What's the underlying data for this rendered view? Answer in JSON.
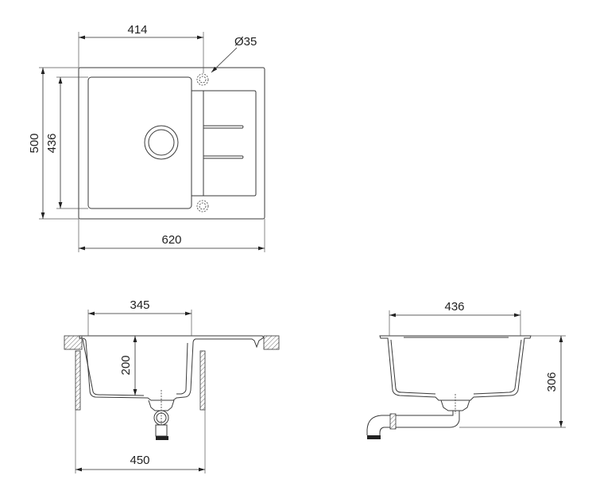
{
  "top_view": {
    "dim_bowl_to_tap": "414",
    "dim_tap_hole_diameter": "Ø35",
    "dim_total_depth": "500",
    "dim_bowl_depth": "436",
    "dim_total_width": "620"
  },
  "front_view": {
    "dim_bowl_width": "345",
    "dim_bowl_height": "200",
    "dim_cabinet_width": "450"
  },
  "side_view": {
    "dim_bowl_length": "436",
    "dim_total_height": "306"
  }
}
